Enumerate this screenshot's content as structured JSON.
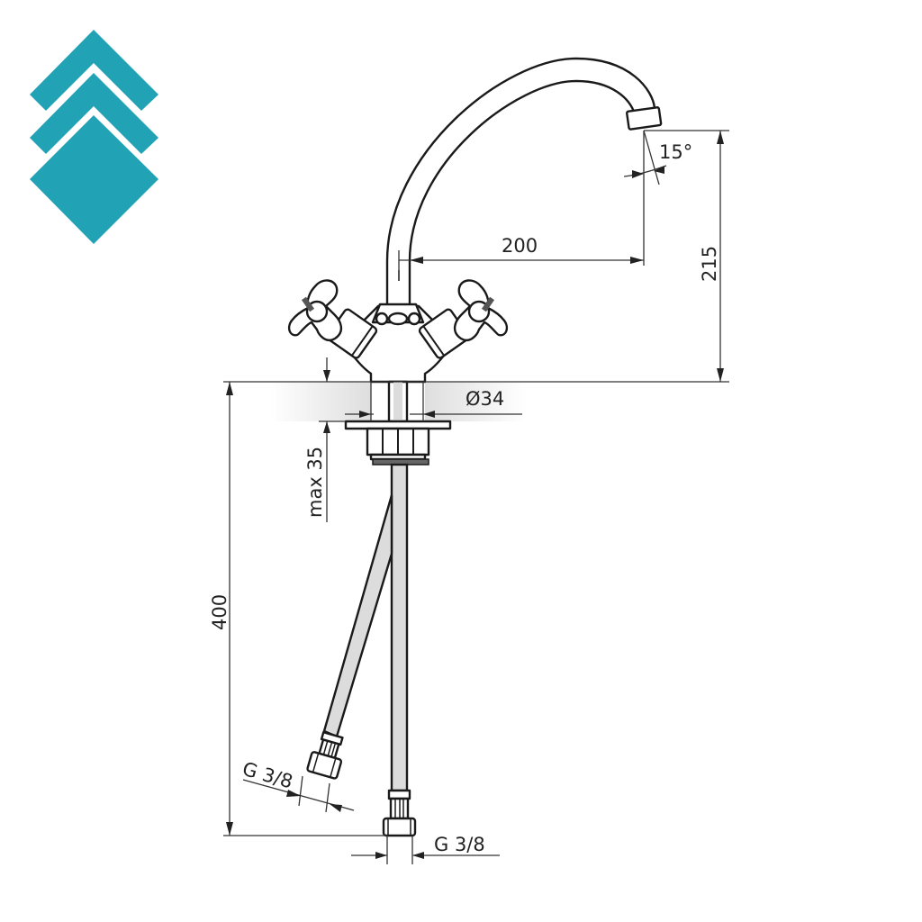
{
  "logo": {
    "color": "#22a3b5",
    "shapes": [
      "chevron-top",
      "chevron-middle",
      "diamond-bottom"
    ]
  },
  "drawing": {
    "subject": "two-handle basin mixer tap with swivel spout and flexible supply hoses",
    "line_color": "#1a1a1a",
    "hose_fill": "#dcdcdc",
    "countertop_shade": "#e6e6e6"
  },
  "dimensions": {
    "spout_angle": "15°",
    "spout_reach": "200",
    "spout_height": "215",
    "mount_hole_diameter": "Ø34",
    "max_counter_thickness": "max 35",
    "hose_length": "400",
    "hose_thread_left": "G 3/8",
    "hose_thread_right": "G 3/8"
  }
}
